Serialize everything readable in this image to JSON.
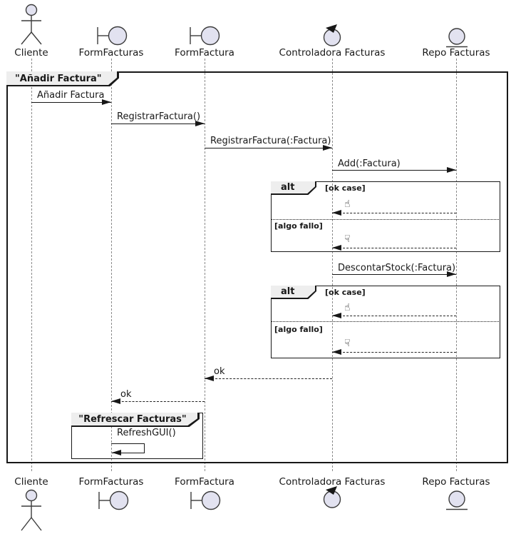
{
  "diagram": {
    "type": "UML sequence diagram",
    "colors": {
      "participant_fill": "#E2E2F0",
      "border": "#181818",
      "frame_label_fill": "#EEEEEE",
      "lifeline": "#8A8A8A"
    },
    "participants": [
      {
        "name": "Cliente",
        "icon": "actor"
      },
      {
        "name": "FormFacturas",
        "icon": "boundary"
      },
      {
        "name": "FormFactura",
        "icon": "boundary"
      },
      {
        "name": "Controladora Facturas",
        "icon": "control"
      },
      {
        "name": "Repo Facturas",
        "icon": "entity"
      }
    ],
    "frame": {
      "title": "\"Añadir Factura\""
    },
    "inner_frame": {
      "title": "\"Refrescar Facturas\""
    },
    "messages": {
      "m1": "Añadir Factura",
      "m2": "RegistrarFactura()",
      "m3": "RegistrarFactura(:Factura)",
      "m4": "Add(:Factura)",
      "m5": "DescontarStock(:Factura)",
      "ok": "ok",
      "refresh": "RefreshGUI()"
    },
    "alt_fragments": [
      {
        "operator": "alt",
        "guard_ok": "[ok case]",
        "guard_fail": "[algo fallo]",
        "reply_ok": "☝",
        "reply_fail": "☟"
      },
      {
        "operator": "alt",
        "guard_ok": "[ok case]",
        "guard_fail": "[algo fallo]",
        "reply_ok": "☝",
        "reply_fail": "☟"
      }
    ]
  }
}
